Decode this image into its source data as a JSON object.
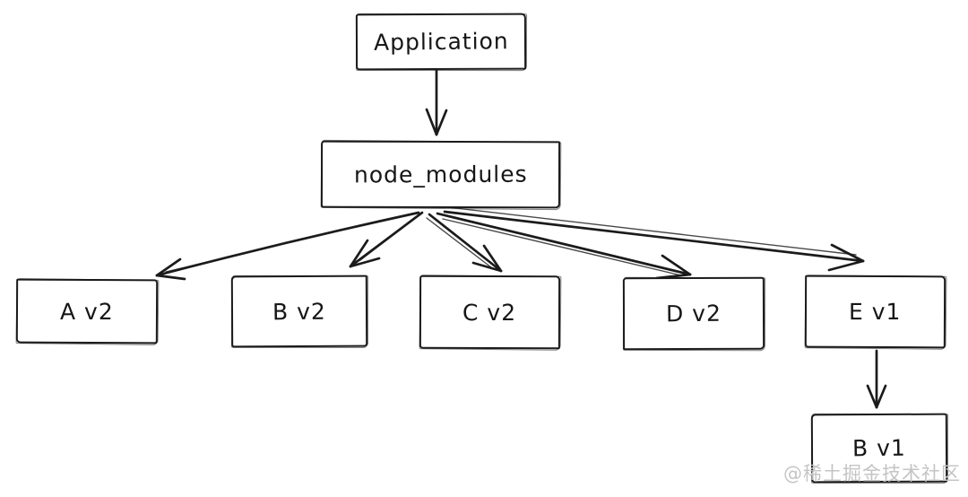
{
  "diagram": {
    "nodes": {
      "application": {
        "label": "Application"
      },
      "node_modules": {
        "label": "node_modules"
      },
      "a_v2": {
        "label": "A v2"
      },
      "b_v2": {
        "label": "B v2"
      },
      "c_v2": {
        "label": "C v2"
      },
      "d_v2": {
        "label": "D v2"
      },
      "e_v1": {
        "label": "E v1"
      },
      "b_v1": {
        "label": "B v1"
      }
    },
    "edges": [
      {
        "from": "application",
        "to": "node_modules"
      },
      {
        "from": "node_modules",
        "to": "a_v2"
      },
      {
        "from": "node_modules",
        "to": "b_v2"
      },
      {
        "from": "node_modules",
        "to": "c_v2"
      },
      {
        "from": "node_modules",
        "to": "d_v2"
      },
      {
        "from": "node_modules",
        "to": "e_v1"
      },
      {
        "from": "e_v1",
        "to": "b_v1"
      }
    ],
    "style": "hand-drawn-sketch",
    "colors": {
      "stroke": "#1b1b1b",
      "background": "#ffffff",
      "watermark": "#c4c4c4"
    }
  },
  "watermark": {
    "text": "@稀土掘金技术社区"
  }
}
